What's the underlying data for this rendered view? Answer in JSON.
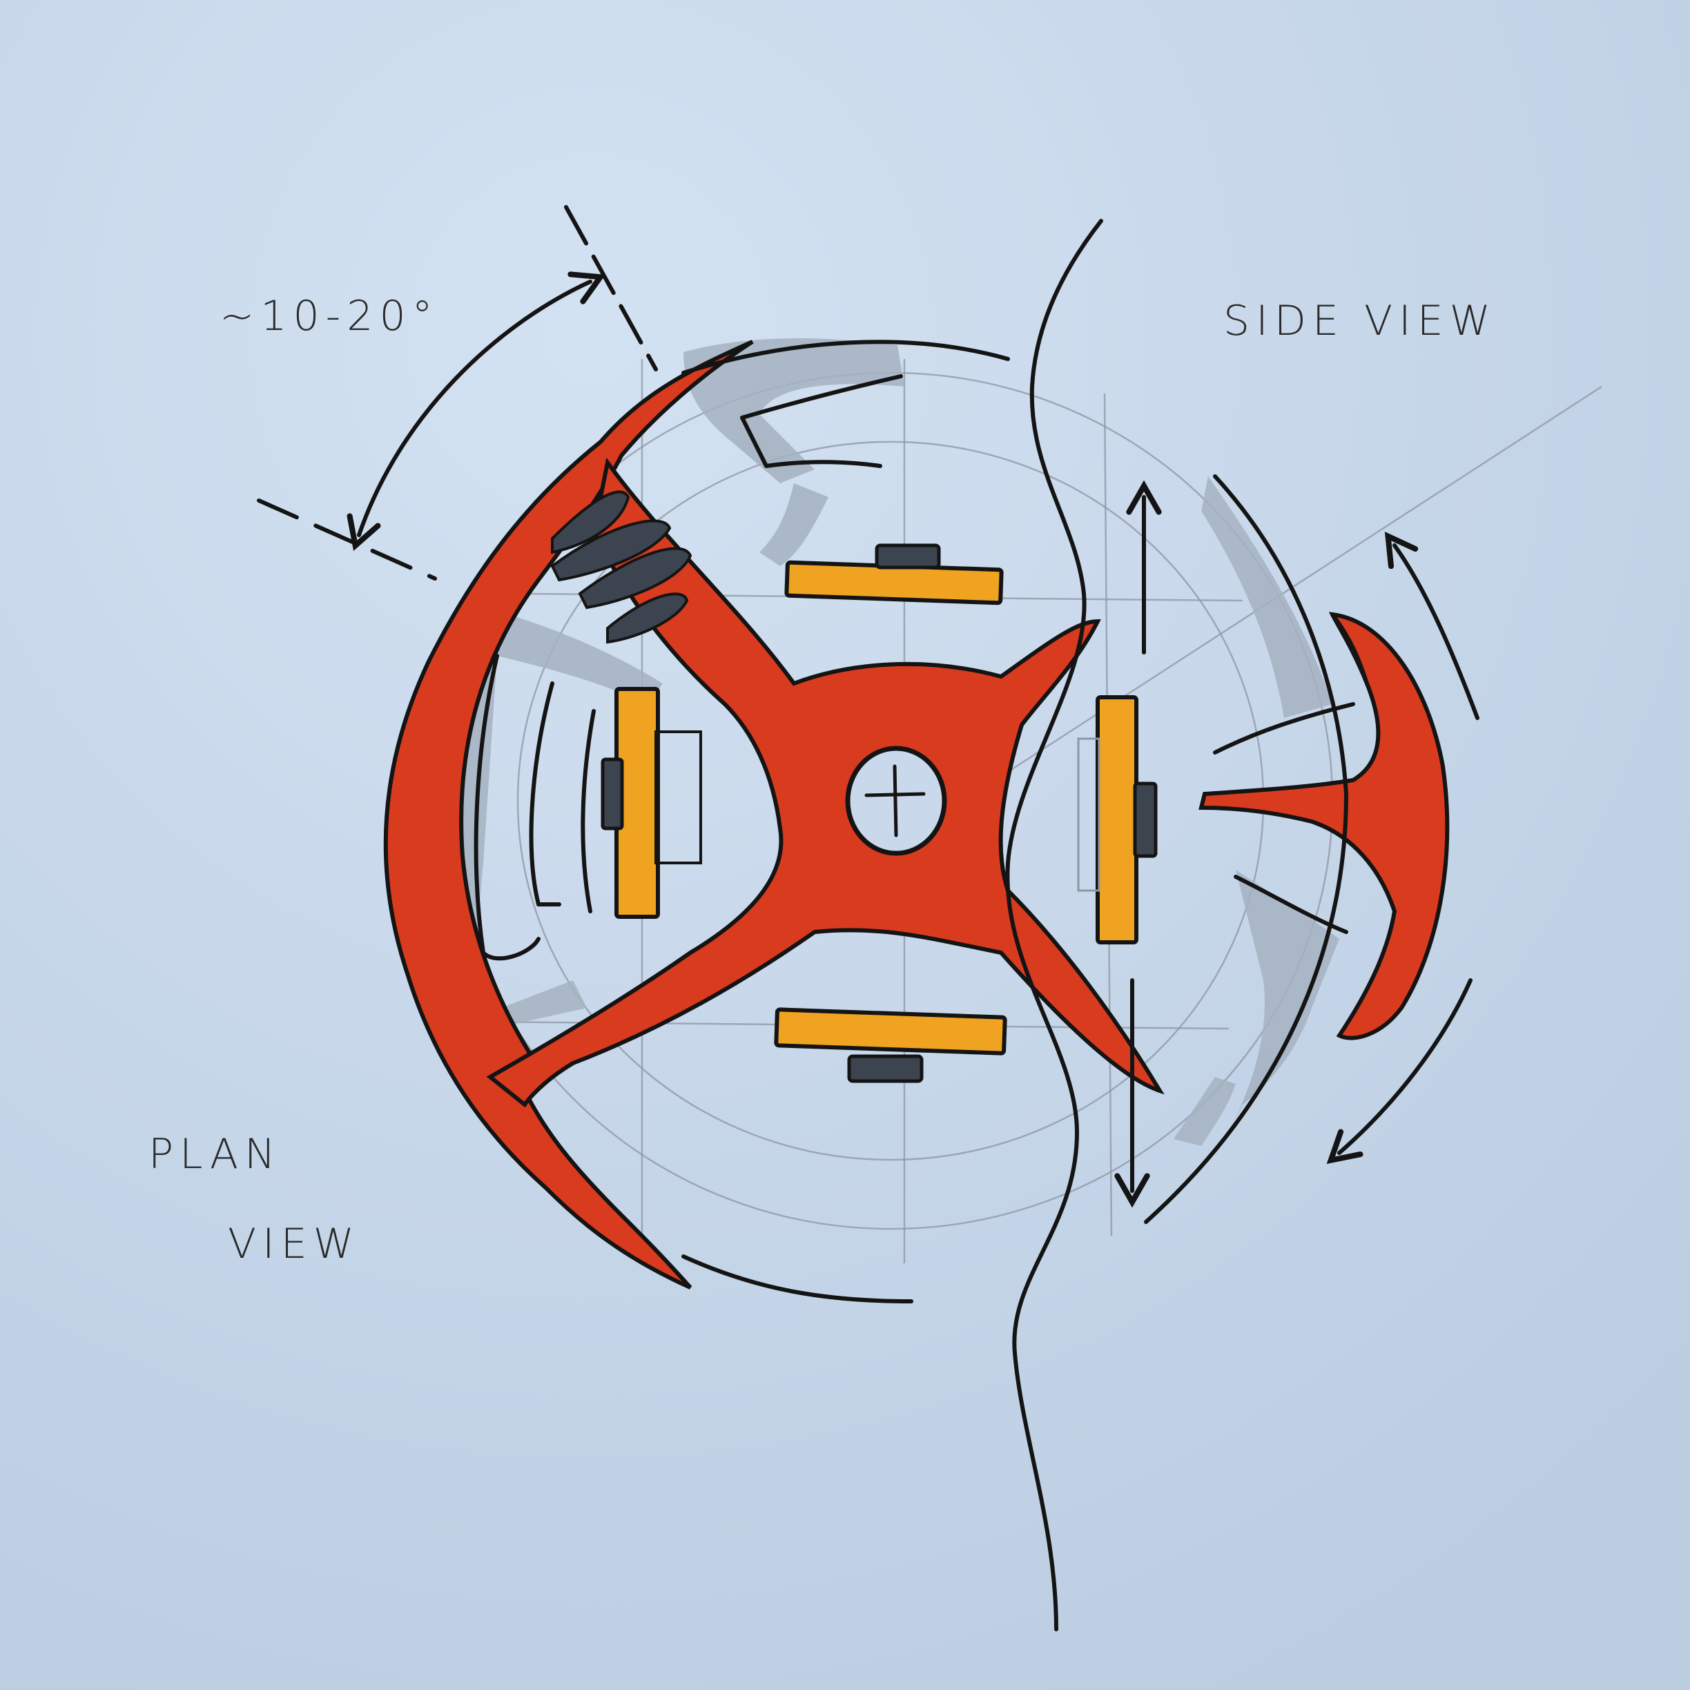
{
  "labels": {
    "angle": "~10-20°",
    "side_view": "SIDE VIEW",
    "plan_view_line1": "PLAN",
    "plan_view_line2": "VIEW"
  },
  "colors": {
    "paper": "#c7d7ea",
    "frame_red": "#d93b1f",
    "pad_orange": "#f0a320",
    "shade_grey": "#a4b1c1",
    "dark_grey": "#3c4450",
    "ink": "#141414"
  }
}
